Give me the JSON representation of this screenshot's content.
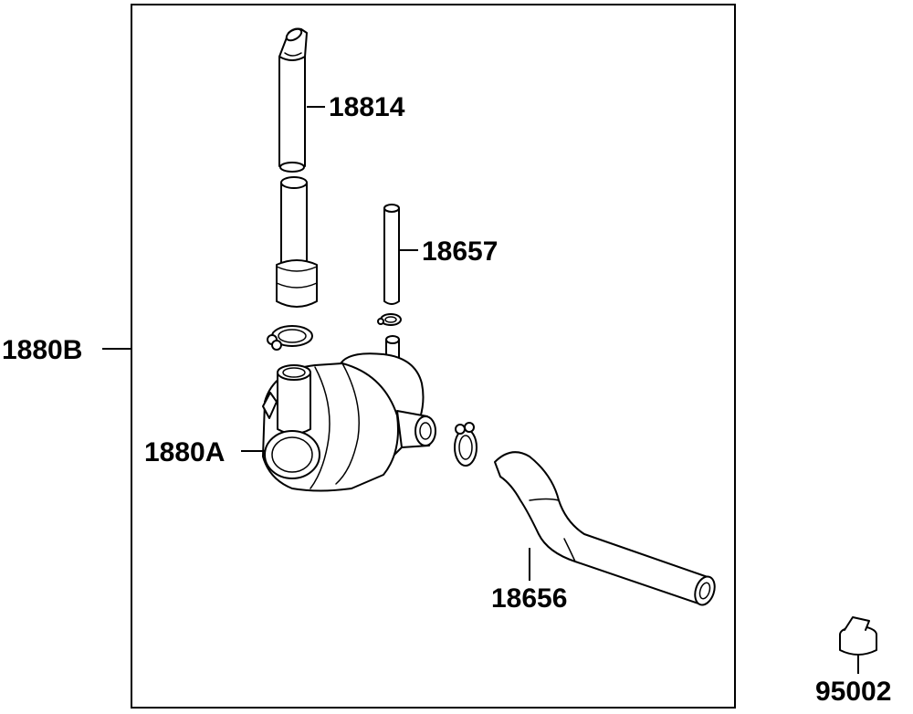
{
  "diagram": {
    "labels": {
      "p18814": "18814",
      "p18657": "18657",
      "p1880B": "1880B",
      "p1880A": "1880A",
      "p18656": "18656",
      "p95002": "95002"
    }
  }
}
